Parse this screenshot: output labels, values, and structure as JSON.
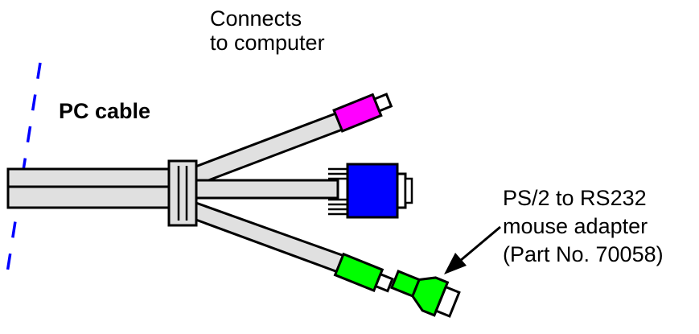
{
  "labels": {
    "connects_line1": "Connects",
    "connects_line2": "to computer",
    "pc_cable": "PC cable",
    "adapter_line1": "PS/2 to RS232",
    "adapter_line2": "mouse adapter",
    "adapter_line3": "(Part No. 70058)"
  },
  "colors": {
    "cable": "#e0e0e0",
    "outline": "#000000",
    "magenta_connector": "#ff00ff",
    "vga_connector": "#0000ff",
    "mouse_connector": "#00ff00",
    "adapter": "#00ff00",
    "break_line": "#0000ff"
  }
}
